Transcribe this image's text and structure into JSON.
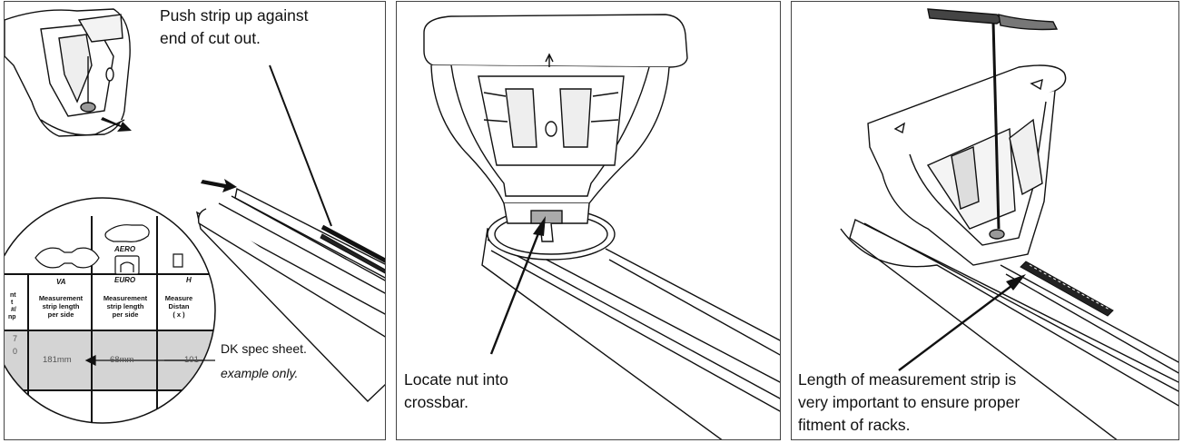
{
  "panels": [
    {
      "caption": "Push strip up against\nend of cut out.",
      "inset": {
        "headers": [
          "VA",
          "AERO",
          "EURO",
          "H"
        ],
        "columns": [
          "Measurement\nstrip length\nper side",
          "Measurement\nstrip length\nper side",
          "Measure\nDistan\n( x )"
        ],
        "left_stub": [
          "nt",
          "t",
          "#/",
          "np"
        ],
        "row_stub": [
          "7",
          "0"
        ],
        "values": [
          "181mm",
          "68mm",
          "101"
        ]
      },
      "notes": [
        "DK spec sheet.",
        "example only."
      ]
    },
    {
      "caption": "Locate nut into\ncrossbar."
    },
    {
      "caption": "Length of measurement strip is\nvery important to ensure proper\nfitment of racks."
    }
  ],
  "colors": {
    "stroke": "#111111",
    "border": "#444444",
    "inset_band": "#d4d4d4"
  }
}
